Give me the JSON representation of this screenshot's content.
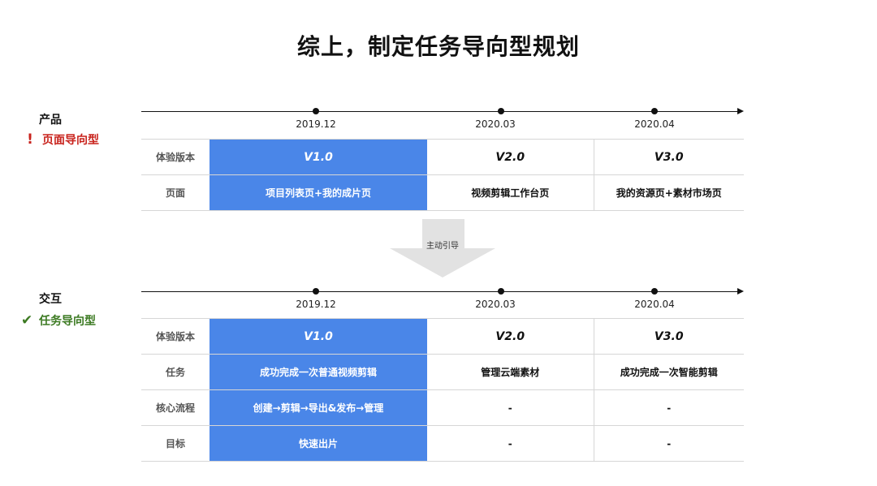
{
  "title": "综上，制定任务导向型规划",
  "product": {
    "label": "产品",
    "tag_icon": "!",
    "tag_text": "页面导向型",
    "tag_color": "#c8221c",
    "dates": [
      "2019.12",
      "2020.03",
      "2020.04"
    ],
    "rows": [
      {
        "label": "体验版本",
        "cells": [
          "V1.0",
          "V2.0",
          "V3.0"
        ]
      },
      {
        "label": "页面",
        "cells": [
          "项目列表页+我的成片页",
          "视频剪辑工作台页",
          "我的资源页+素材市场页"
        ]
      }
    ]
  },
  "guide_arrow": {
    "label": "主动引导"
  },
  "interaction": {
    "label": "交互",
    "tag_icon": "✔",
    "tag_text": "任务导向型",
    "tag_color": "#3c7a22",
    "dates": [
      "2019.12",
      "2020.03",
      "2020.04"
    ],
    "rows": [
      {
        "label": "体验版本",
        "cells": [
          "V1.0",
          "V2.0",
          "V3.0"
        ]
      },
      {
        "label": "任务",
        "cells": [
          "成功完成一次普通视频剪辑",
          "管理云端素材",
          "成功完成一次智能剪辑"
        ]
      },
      {
        "label": "核心流程",
        "cells": [
          "创建→剪辑→导出&发布→管理",
          "-",
          "-"
        ]
      },
      {
        "label": "目标",
        "cells": [
          "快速出片",
          "-",
          "-"
        ]
      }
    ]
  },
  "highlight_color": "#4a86e8"
}
